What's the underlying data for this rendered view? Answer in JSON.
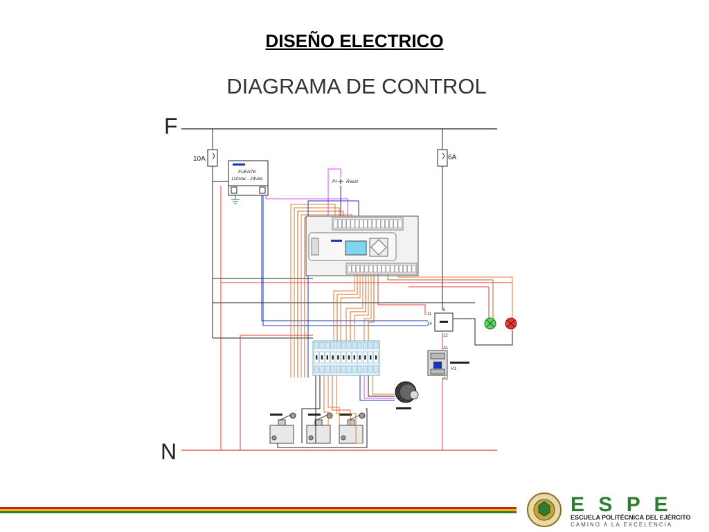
{
  "slide": {
    "title": "DISEÑO ELECTRICO"
  },
  "diagram": {
    "title": "DIAGRAMA DE CONTROL",
    "rail_top": "F",
    "rail_bottom": "N",
    "fuse_left": "10A",
    "fuse_right": "6A",
    "psu_line1": "FUENTE",
    "psu_line2": "110Vac - 24Vdc",
    "button_pi": "PI",
    "button_reset": "Reset",
    "relay_11": "11",
    "relay_14": "14",
    "relay_12": "12",
    "relay_5": "5",
    "contactor_a1": "A1",
    "contactor_a2": "A2",
    "contactor_k1": "K1"
  },
  "footer": {
    "brand": "E S P E",
    "line1": "ESCUELA POLITÉCNICA DEL EJÉRCITO",
    "line2": "CAMINO A LA EXCELENCIA",
    "stripe_colors": [
      "#c62828",
      "#f2b705",
      "#2e7d32"
    ]
  }
}
